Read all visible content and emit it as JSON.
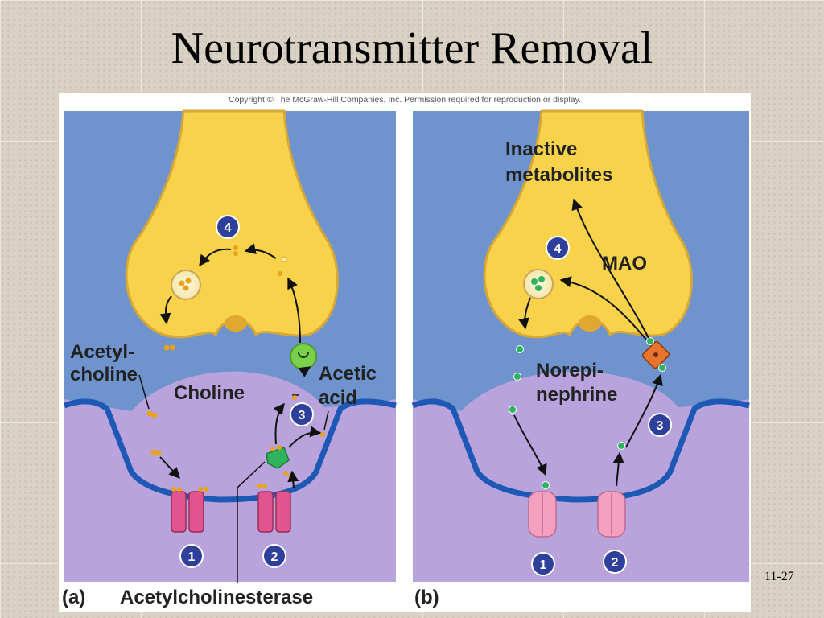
{
  "slide": {
    "title": "Neurotransmitter Removal",
    "slide_number": "11-27"
  },
  "figure": {
    "copyright": "Copyright © The McGraw-Hill Companies, Inc. Permission required for reproduction or display.",
    "colors": {
      "fluid_blue": "#6f93cc",
      "presynaptic_yellow": "#f7d24a",
      "postsynaptic_purple": "#b8a3dd",
      "membrane_blue": "#1d58b4",
      "receptor_pink": "#e1558f",
      "acetylcholine_orange": "#e9a21a",
      "norepinephrine_green": "#2fb35c"
    },
    "panel_a": {
      "label": "(a)",
      "acetylcholine": "Acetyl-\ncholine",
      "choline": "Choline",
      "acetic_acid": "Acetic\nacid",
      "enzyme": "Acetylcholinesterase",
      "step_1": "1",
      "step_2": "2",
      "step_3": "3",
      "step_4": "4"
    },
    "panel_b": {
      "label": "(b)",
      "inactive_metabolites": "Inactive\nmetabolites",
      "mao": "MAO",
      "norepinephrine": "Norepi-\nnephrine",
      "step_1": "1",
      "step_2": "2",
      "step_3": "3",
      "step_4": "4"
    }
  }
}
